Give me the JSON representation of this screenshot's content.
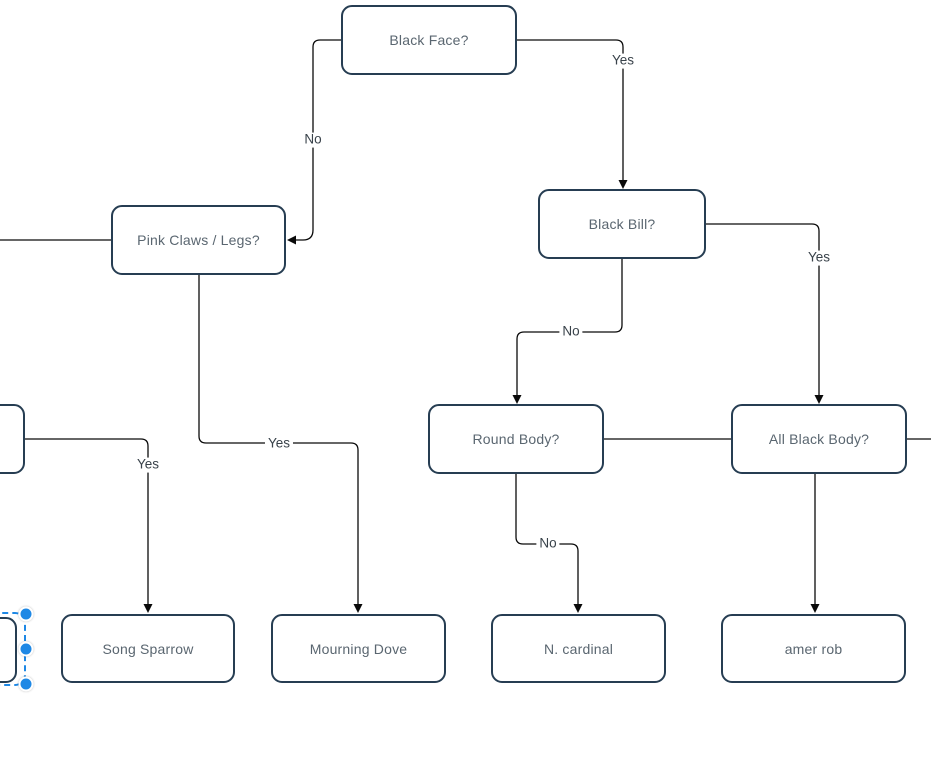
{
  "diagram": {
    "type": "decision-tree-flowchart",
    "background": "#ffffff"
  },
  "colors": {
    "node_border": "#263d52",
    "node_text": "#5a6670",
    "connector": "#0a0a0a",
    "edge_label_text": "#39424a",
    "selection_accent": "#1e88e5"
  },
  "nodes": {
    "black_face": {
      "label": "Black Face?"
    },
    "pink_claws": {
      "label": "Pink Claws / Legs?"
    },
    "black_bill": {
      "label": "Black Bill?"
    },
    "round_body": {
      "label": "Round Body?"
    },
    "all_black_body": {
      "label": "All Black Body?"
    },
    "song_sparrow": {
      "label": "Song Sparrow"
    },
    "mourning_dove": {
      "label": "Mourning Dove"
    },
    "n_cardinal": {
      "label": "N. cardinal"
    },
    "amer_rob": {
      "label": "amer rob"
    },
    "partial_left": {
      "label": ""
    },
    "partial_selected": {
      "label": ""
    }
  },
  "edge_labels": {
    "black_face_no": {
      "text": "No"
    },
    "black_face_yes": {
      "text": "Yes"
    },
    "black_bill_no": {
      "text": "No"
    },
    "black_bill_yes": {
      "text": "Yes"
    },
    "round_body_no": {
      "text": "No"
    },
    "pink_claws_yes": {
      "text": "Yes"
    },
    "left_yes": {
      "text": "Yes"
    }
  }
}
